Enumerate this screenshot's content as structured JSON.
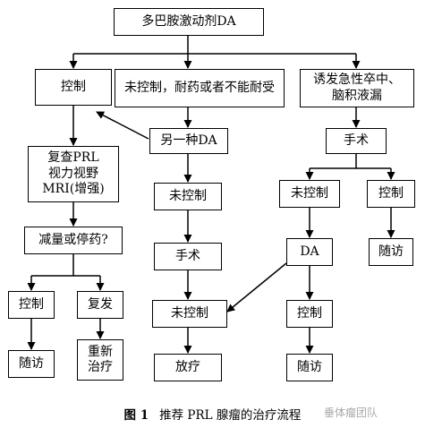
{
  "nodes": {
    "root": "多巴胺激动剂DA",
    "control_left": "控制",
    "uncontrolled_intolerant": "未控制，耐药或者不能耐受",
    "stroke_leak": [
      "诱发急性卒中、",
      "脑积液漏"
    ],
    "recheck": [
      "复查PRL",
      "视力视野",
      "MRI(增强)"
    ],
    "another_da": "另一种DA",
    "surgery_right": "手术",
    "uncontrolled_mid": "未控制",
    "uncontrolled_right": "未控制",
    "control_right": "控制",
    "reduce_stop": "减量或停药?",
    "surgery_mid": "手术",
    "da_right": "DA",
    "followup_right": "随访",
    "control_ll": "控制",
    "relapse": "复发",
    "uncontrolled_mid2": "未控制",
    "control_rr": "控制",
    "followup_ll": "随访",
    "retreat": [
      "重新",
      "治疗"
    ],
    "radiotherapy": "放疗",
    "followup_rr": "随访"
  },
  "caption": {
    "figure_label": "图 1",
    "text": "推荐 PRL 腺瘤的治疗流程"
  },
  "watermark": "垂体瘤团队"
}
